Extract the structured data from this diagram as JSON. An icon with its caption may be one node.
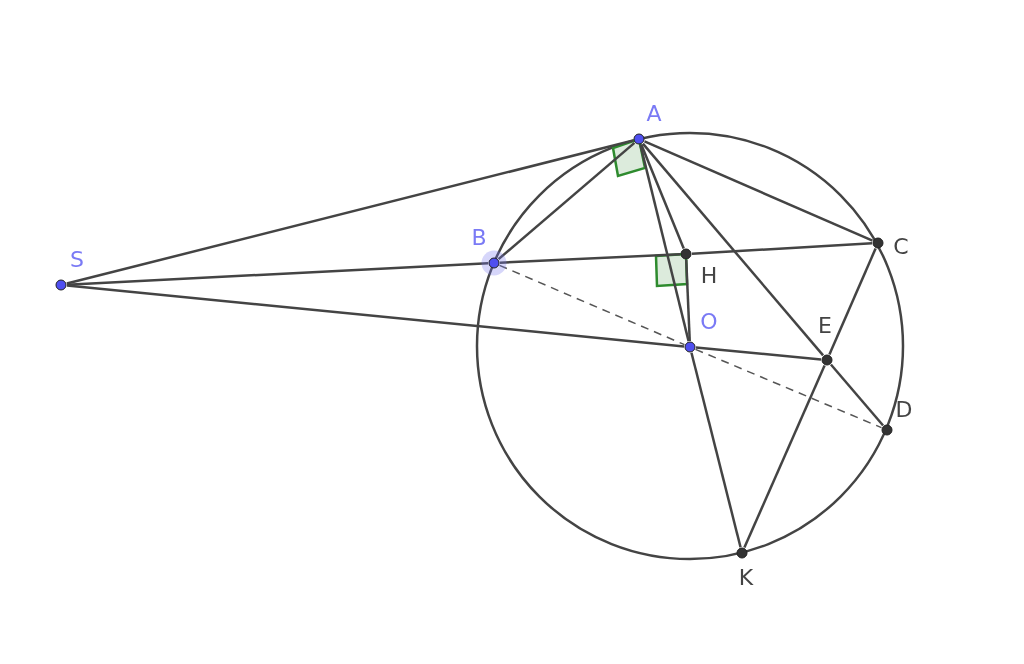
{
  "diagram": {
    "nodes": [
      {
        "text": [],
        "shape": "circle",
        "beside": [
          "A"
        ]
      },
      {
        "text": [],
        "shape": "circle",
        "beside": [
          "B"
        ]
      },
      {
        "text": [],
        "shape": "circle",
        "beside": [
          "C"
        ]
      },
      {
        "text": [],
        "shape": "circle",
        "beside": [
          "H"
        ]
      },
      {
        "text": [],
        "shape": "circle",
        "beside": [
          "S"
        ]
      },
      {
        "text": [],
        "shape": "circle",
        "beside": [
          "O"
        ]
      },
      {
        "text": [],
        "shape": "circle",
        "beside": [
          "E"
        ]
      },
      {
        "text": [],
        "shape": "circle",
        "beside": [
          "D"
        ]
      },
      {
        "text": [],
        "shape": "circle",
        "beside": [
          "K"
        ]
      }
    ],
    "edges": [
      {
        "from": 4,
        "to": 0,
        "arrow": "none"
      },
      {
        "from": 4,
        "to": 1,
        "arrow": "none"
      },
      {
        "from": 1,
        "to": 3,
        "arrow": "none"
      },
      {
        "from": 3,
        "to": 2,
        "arrow": "none"
      },
      {
        "from": 4,
        "to": 5,
        "arrow": "none"
      },
      {
        "from": 5,
        "to": 6,
        "arrow": "none"
      },
      {
        "from": 0,
        "to": 1,
        "arrow": "none"
      },
      {
        "from": 0,
        "to": 2,
        "arrow": "none"
      },
      {
        "from": 0,
        "to": 3,
        "arrow": "none"
      },
      {
        "from": 0,
        "to": 5,
        "arrow": "none"
      },
      {
        "from": 5,
        "to": 8,
        "arrow": "none"
      },
      {
        "from": 3,
        "to": 5,
        "arrow": "none"
      },
      {
        "from": 0,
        "to": 6,
        "arrow": "none"
      },
      {
        "from": 6,
        "to": 7,
        "arrow": "none"
      },
      {
        "from": 2,
        "to": 6,
        "arrow": "none"
      },
      {
        "from": 6,
        "to": 8,
        "arrow": "none"
      },
      {
        "from": 1,
        "to": 5,
        "arrow": "none",
        "style": "dashed"
      },
      {
        "from": 5,
        "to": 7,
        "arrow": "none",
        "style": "dashed"
      }
    ]
  }
}
